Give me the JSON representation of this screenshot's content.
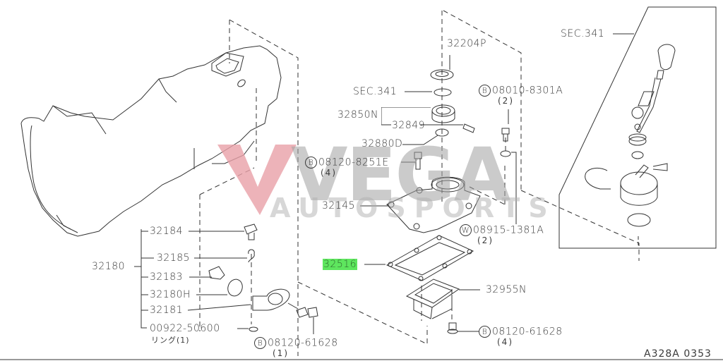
{
  "diagram": {
    "type": "exploded parts diagram - manual transmission shifter / extension housing",
    "watermark": {
      "brand": "VEGA",
      "sub": "AUTOSPORTS",
      "logo_color": "#e8a0a8",
      "text_color": "#a0a0a0"
    },
    "highlight_color": "#5ee65e",
    "diagram_code": "A328A 0353",
    "callouts": [
      {
        "id": "c-32204P",
        "label": "32204P"
      },
      {
        "id": "c-sec341-a",
        "label": "SEC.341"
      },
      {
        "id": "c-32850N",
        "label": "32850N"
      },
      {
        "id": "c-32849",
        "label": "32849"
      },
      {
        "id": "c-32880D",
        "label": "32880D"
      },
      {
        "id": "c-08120-8251E",
        "label": "08120-8251E",
        "prefix": "B",
        "qty": "(4)"
      },
      {
        "id": "c-32145",
        "label": "32145"
      },
      {
        "id": "c-08010-8301A",
        "label": "08010-8301A",
        "prefix": "B",
        "qty": "(2)"
      },
      {
        "id": "c-08915-1381A",
        "label": "08915-1381A",
        "prefix": "W",
        "qty": "(2)"
      },
      {
        "id": "c-32516",
        "label": "32516",
        "highlighted": true
      },
      {
        "id": "c-32955N",
        "label": "32955N"
      },
      {
        "id": "c-08120-61628-b",
        "label": "08120-61628",
        "prefix": "B",
        "qty": "(4)"
      },
      {
        "id": "c-sec341-b",
        "label": "SEC.341"
      },
      {
        "id": "c-32180",
        "label": "32180"
      },
      {
        "id": "c-32184",
        "label": "32184"
      },
      {
        "id": "c-32185",
        "label": "32185"
      },
      {
        "id": "c-32183",
        "label": "32183"
      },
      {
        "id": "c-32180H",
        "label": "32180H"
      },
      {
        "id": "c-32181",
        "label": "32181"
      },
      {
        "id": "c-00922-50600",
        "label": "00922-50600",
        "note": "リング(1)"
      },
      {
        "id": "c-08120-61628-a",
        "label": "08120-61628",
        "prefix": "B",
        "qty": "(1)"
      }
    ]
  }
}
